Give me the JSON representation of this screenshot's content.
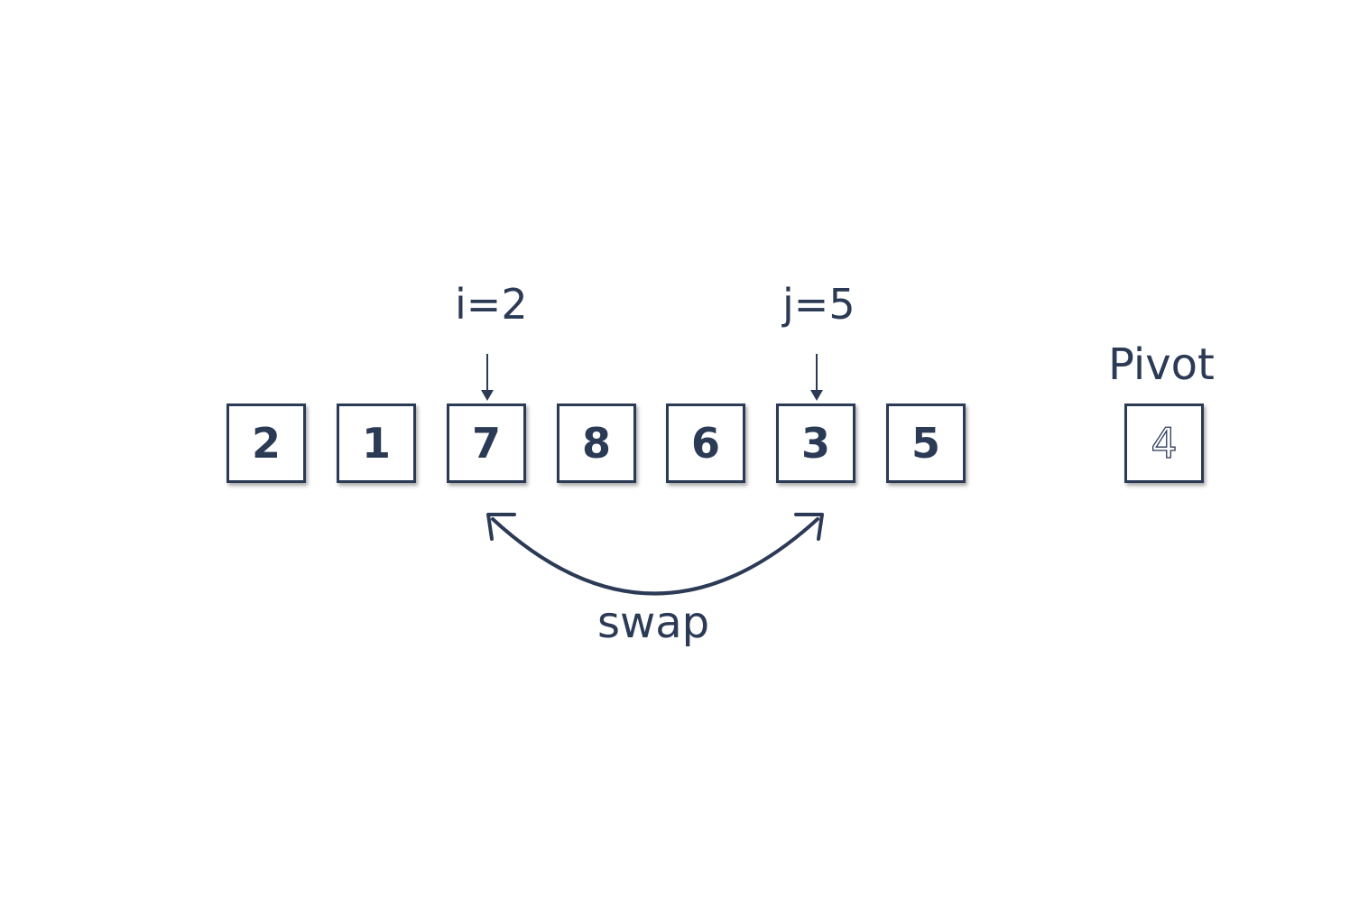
{
  "colors": {
    "ink": "#2b3a55",
    "background": "#ffffff"
  },
  "pointers": {
    "i_label": "i=2",
    "j_label": "j=5"
  },
  "array": {
    "values": [
      "2",
      "1",
      "7",
      "8",
      "6",
      "3",
      "5"
    ]
  },
  "pivot": {
    "label": "Pivot",
    "value": "4"
  },
  "swap": {
    "label": "swap"
  },
  "icons": [
    "down-arrow-icon",
    "double-headed-curved-arrow-icon"
  ]
}
